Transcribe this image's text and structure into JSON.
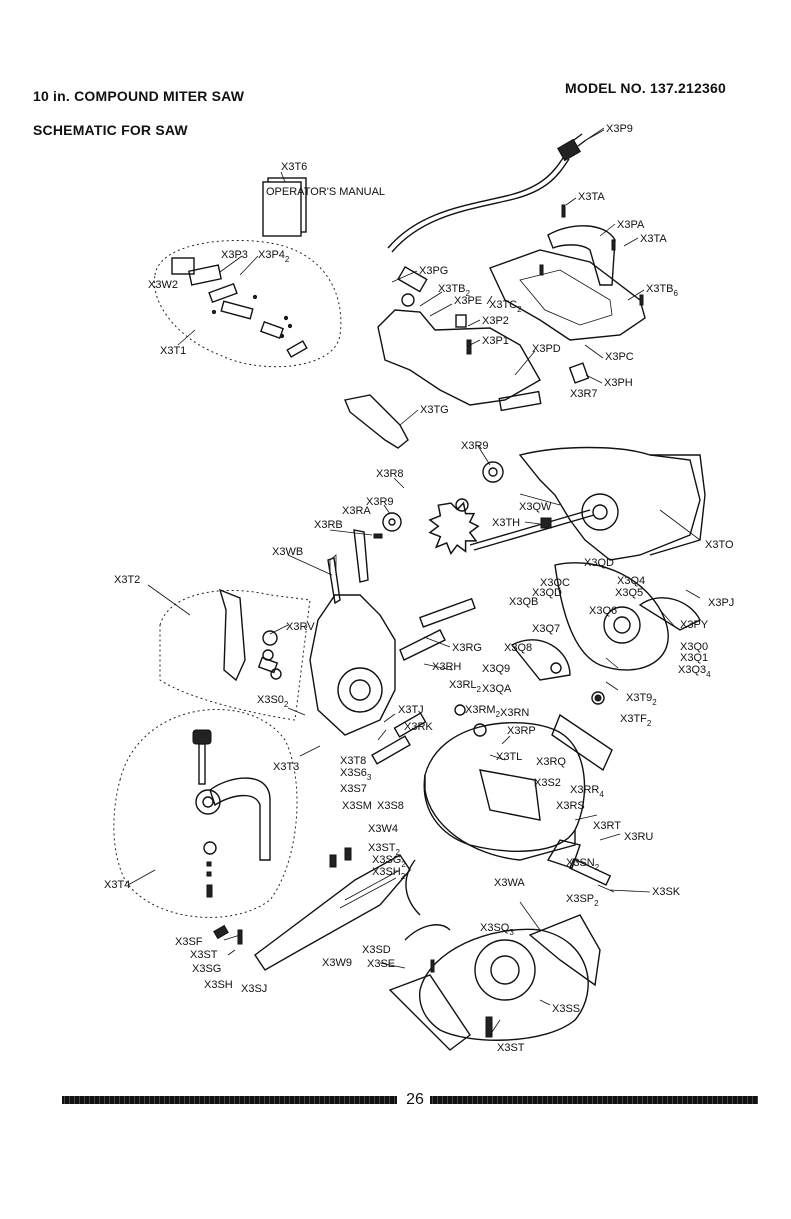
{
  "header": {
    "title": "10 in. COMPOUND MITER SAW",
    "model": "MODEL NO. 137.212360",
    "subtitle": "SCHEMATIC FOR SAW"
  },
  "labels": {
    "x3p9": "X3P9",
    "x3t6": "X3T6",
    "x3ta_1": "X3TA",
    "x3pa": "X3PA",
    "x3ta_2": "X3TA",
    "x3p3": "X3P3",
    "x3p4": "X3P4",
    "x3p4_sub": "2",
    "x3w2": "X3W2",
    "x3t1": "X3T1",
    "x3pg": "X3PG",
    "x3tb": "X3TB",
    "x3tb_sub": "2",
    "x3pe": "X3PE",
    "x3tc": "X3TC",
    "x3tc_sub": "2",
    "x3p2": "X3P2",
    "x3p1": "X3P1",
    "x3pd": "X3PD",
    "x3tb6": "X3TB",
    "x3tb6_sub": "6",
    "x3pc": "X3PC",
    "x3ph": "X3PH",
    "x3r7": "X3R7",
    "x3tg": "X3TG",
    "x3r9_a": "X3R9",
    "x3r8": "X3R8",
    "x3r9_b": "X3R9",
    "x3ra": "X3RA",
    "x3rb": "X3RB",
    "x3qw": "X3QW",
    "x3th": "X3TH",
    "x3to": "X3TO",
    "x3wb": "X3WB",
    "x3t2": "X3T2",
    "x3qd_1": "X3QD",
    "x3qc": "X3QC",
    "x3q4": "X3Q4",
    "x3qd_2": "X3QD",
    "x3q5": "X3Q5",
    "x3qb": "X3QB",
    "x3pj": "X3PJ",
    "x3q6": "X3Q6",
    "x3rv": "X3RV",
    "x3q7": "X3Q7",
    "x3py": "X3PY",
    "x3rg": "X3RG",
    "x3q8": "X3Q8",
    "x3q0": "X3Q0",
    "x3q1": "X3Q1",
    "x3q3": "X3Q3",
    "x3q3_sub": "4",
    "x3rh": "X3RH",
    "x3q9": "X3Q9",
    "x3rl": "X3RL",
    "x3rl_sub": "2",
    "x3qa": "X3QA",
    "x3s0": "X3S0",
    "x3s0_sub": "2",
    "x3tj": "X3TJ",
    "x3rm": "X3RM",
    "x3rm_sub": "2",
    "x3rn": "X3RN",
    "x3t9": "X3T9",
    "x3t9_sub": "2",
    "x3rk": "X3RK",
    "x3rp": "X3RP",
    "x3tf": "X3TF",
    "x3tf_sub": "2",
    "x3t3": "X3T3",
    "x3t8": "X3T8",
    "x3tl": "X3TL",
    "x3rq": "X3RQ",
    "x3s6": "X3S6",
    "x3s6_sub": "3",
    "x3s7": "X3S7",
    "x3s2": "X3S2",
    "x3rr": "X3RR",
    "x3rr_sub": "4",
    "x3sm": "X3SM",
    "x3s8": "X3S8",
    "x3rs": "X3RS",
    "x3rt": "X3RT",
    "x3ru": "X3RU",
    "x3w4": "X3W4",
    "x3st2": "X3ST",
    "x3st2_sub": "2",
    "x3sg2": "X3SG",
    "x3sg2_sub": "2",
    "x3sn": "X3SN",
    "x3sn_sub": "2",
    "x3sh2": "X3SH",
    "x3sh2_sub": "2",
    "x3t4": "X3T4",
    "x3wa": "X3WA",
    "x3sk": "X3SK",
    "x3sp": "X3SP",
    "x3sp_sub": "2",
    "x3sq": "X3SQ",
    "x3sq_sub": "3",
    "x3sf": "X3SF",
    "x3st_1": "X3ST",
    "x3sg": "X3SG",
    "x3sd": "X3SD",
    "x3w9": "X3W9",
    "x3se": "X3SE",
    "x3sh": "X3SH",
    "x3sj": "X3SJ",
    "x3ss": "X3SS",
    "x3st_b": "X3ST",
    "manual_text": "OPERATOR'S MANUAL"
  },
  "footer": {
    "page_number": "26"
  }
}
